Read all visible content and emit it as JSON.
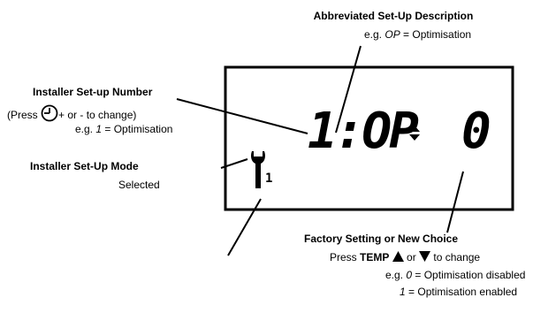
{
  "abbrev": {
    "title": "Abbreviated Set-Up Description",
    "example_prefix": "e.g. ",
    "example_code": "OP",
    "example_suffix": " = Optimisation"
  },
  "installer_number": {
    "title": "Installer Set-up Number",
    "press_prefix": "(Press ",
    "press_suffix": "+ or - to change)",
    "example_prefix": "e.g. ",
    "example_code": "1",
    "example_suffix": " = Optimisation"
  },
  "installer_mode": {
    "title": "Installer Set-Up Mode",
    "subtitle": "Selected"
  },
  "display": {
    "setup_code": "1:OP",
    "arrows": "▲▼",
    "value": "0",
    "mode_number": "1"
  },
  "factory": {
    "title": "Factory Setting or New Choice",
    "press_prefix": "Press ",
    "press_key": "TEMP",
    "press_or": " or ",
    "press_suffix": " to change",
    "example1_prefix": "e.g. ",
    "example1_code": "0",
    "example1_suffix": " = Optimisation disabled",
    "example2_code": "1",
    "example2_suffix": " = Optimisation enabled"
  },
  "icons": {
    "clock": "clock-icon",
    "wrench": "wrench-icon",
    "up": "up-triangle-icon",
    "down": "down-triangle-icon"
  }
}
